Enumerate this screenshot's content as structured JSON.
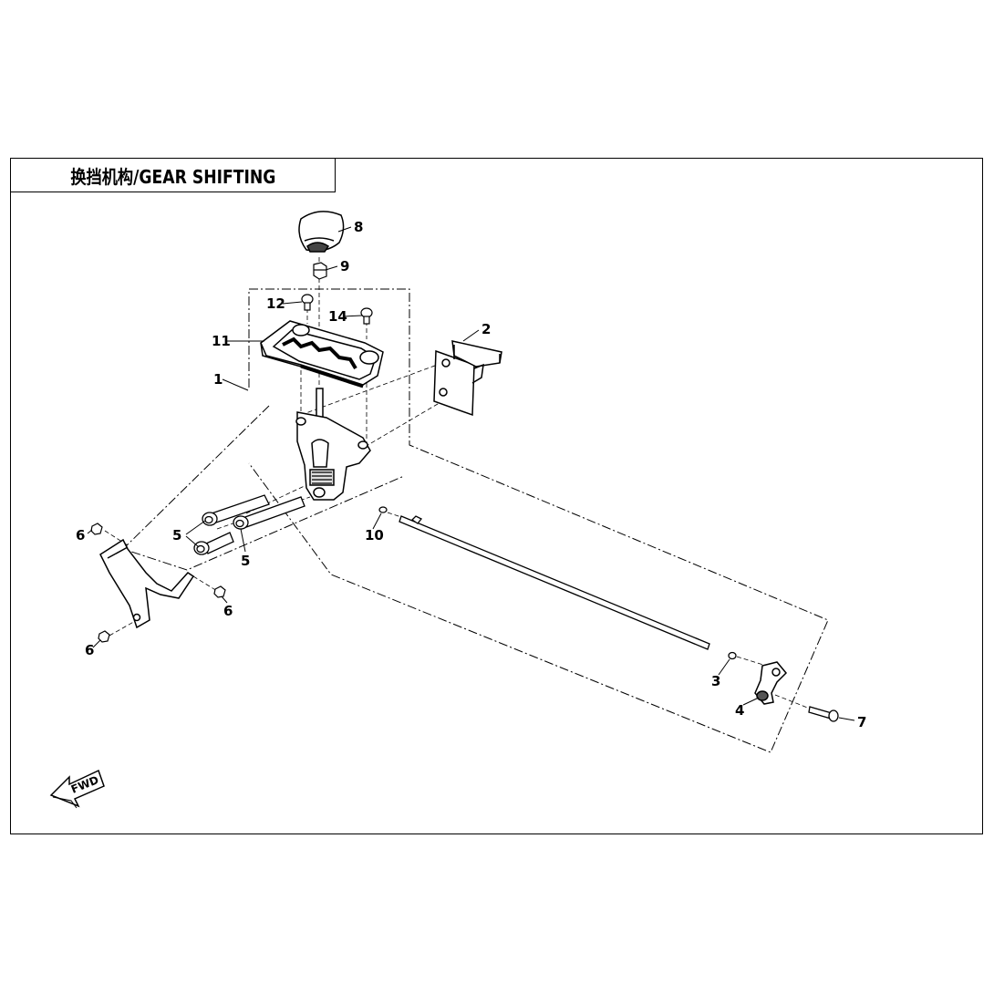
{
  "diagram": {
    "title": "换挡机构/GEAR SHIFTING",
    "fwd_label": "FWD",
    "callouts": [
      {
        "id": "c8",
        "label": "8"
      },
      {
        "id": "c9",
        "label": "9"
      },
      {
        "id": "c12",
        "label": "12"
      },
      {
        "id": "c14",
        "label": "14"
      },
      {
        "id": "c11",
        "label": "11"
      },
      {
        "id": "c1",
        "label": "1"
      },
      {
        "id": "c2",
        "label": "2"
      },
      {
        "id": "c5a",
        "label": "5"
      },
      {
        "id": "c5b",
        "label": "5"
      },
      {
        "id": "c6a",
        "label": "6"
      },
      {
        "id": "c6b",
        "label": "6"
      },
      {
        "id": "c6c",
        "label": "6"
      },
      {
        "id": "c10",
        "label": "10"
      },
      {
        "id": "c3",
        "label": "3"
      },
      {
        "id": "c4",
        "label": "4"
      },
      {
        "id": "c7",
        "label": "7"
      }
    ]
  }
}
